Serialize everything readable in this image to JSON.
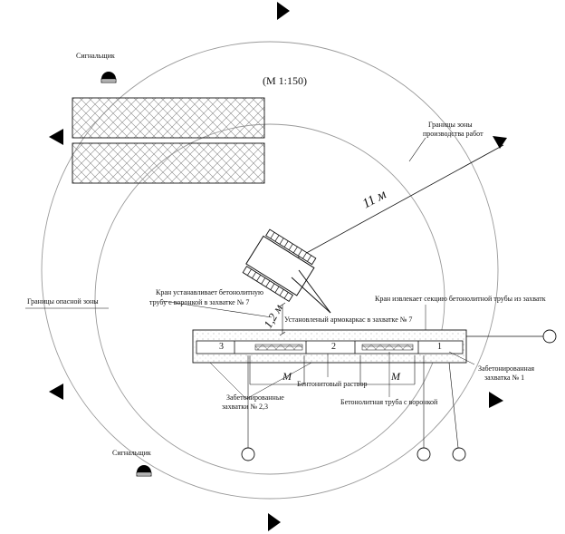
{
  "scale": "(М 1:150)",
  "labels": {
    "signalman_top": "Сигнальщик",
    "signalman_bottom": "Сигнальщик",
    "work_zone_line1": "Границы зоны",
    "work_zone_line2": "производства работ",
    "danger_zone": "Границы опасной зоны",
    "crane_installs_line1": "Кран устанавливает  бетонолитную",
    "crane_installs_line2": "трубу с воронкой в захватке № 7",
    "crane_extracts": "Кран извлекает секцию бетонолитной трубы из захватк",
    "installed_cage": "Установленый армокаркас в захватке № 7",
    "concreted_1_line1": "Забетонированная",
    "concreted_1_line2": "захватка № 1",
    "concreted_23_line1": "Забетонированные",
    "concreted_23_line2": "захватки № 2,3",
    "bentonite": "Бентонитовый раствор",
    "pipe_funnel": "Бетонолитная труба с воронкой"
  },
  "dimensions": {
    "radius": "11 м",
    "offset": "1,2 м",
    "m_left": "М",
    "m_right": "М"
  },
  "sections": [
    "3",
    "2",
    "1"
  ],
  "colors": {
    "line": "#111111",
    "circle": "#9a9a9a",
    "hatch": "#8a8a8a"
  }
}
